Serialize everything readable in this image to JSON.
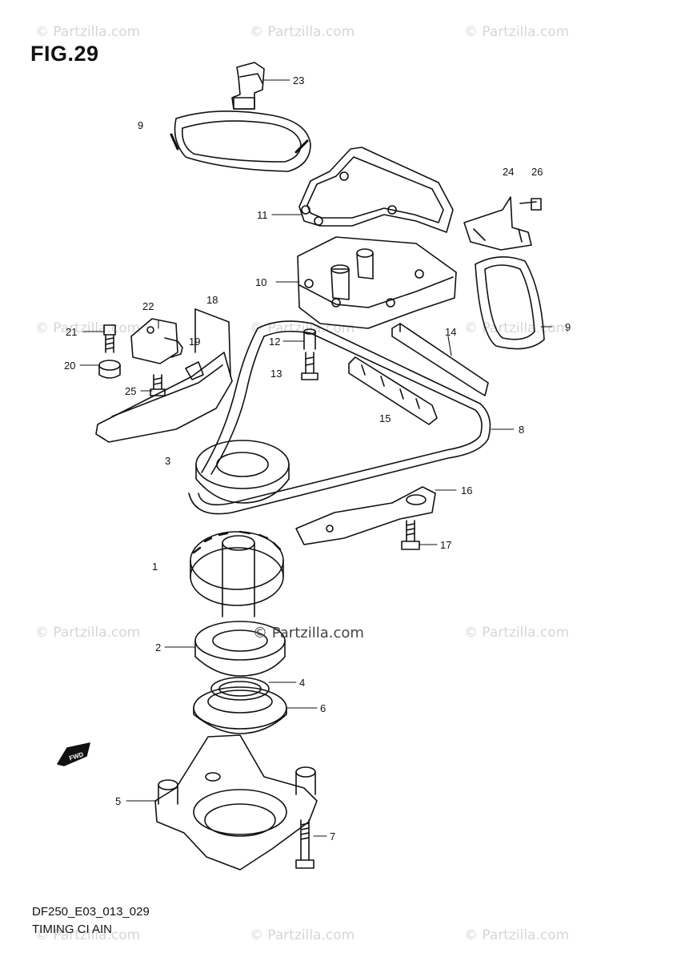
{
  "figure": {
    "title": "FIG.29",
    "code": "DF250_E03_013_029",
    "name": "TIMING CI AIN"
  },
  "watermark": {
    "text": "© Partzilla.com",
    "center_text": "© Partzilla.com"
  },
  "callouts": {
    "c1": "1",
    "c2": "2",
    "c3": "3",
    "c4": "4",
    "c5": "5",
    "c6": "6",
    "c7": "7",
    "c8": "8",
    "c9a": "9",
    "c9b": "9",
    "c10": "10",
    "c11": "11",
    "c12": "12",
    "c13": "13",
    "c14": "14",
    "c15": "15",
    "c16": "16",
    "c17": "17",
    "c18": "18",
    "c19": "19",
    "c20": "20",
    "c21": "21",
    "c22": "22",
    "c23": "23",
    "c24": "24",
    "c25": "25",
    "c26": "26"
  },
  "fwd_label": "FWD"
}
